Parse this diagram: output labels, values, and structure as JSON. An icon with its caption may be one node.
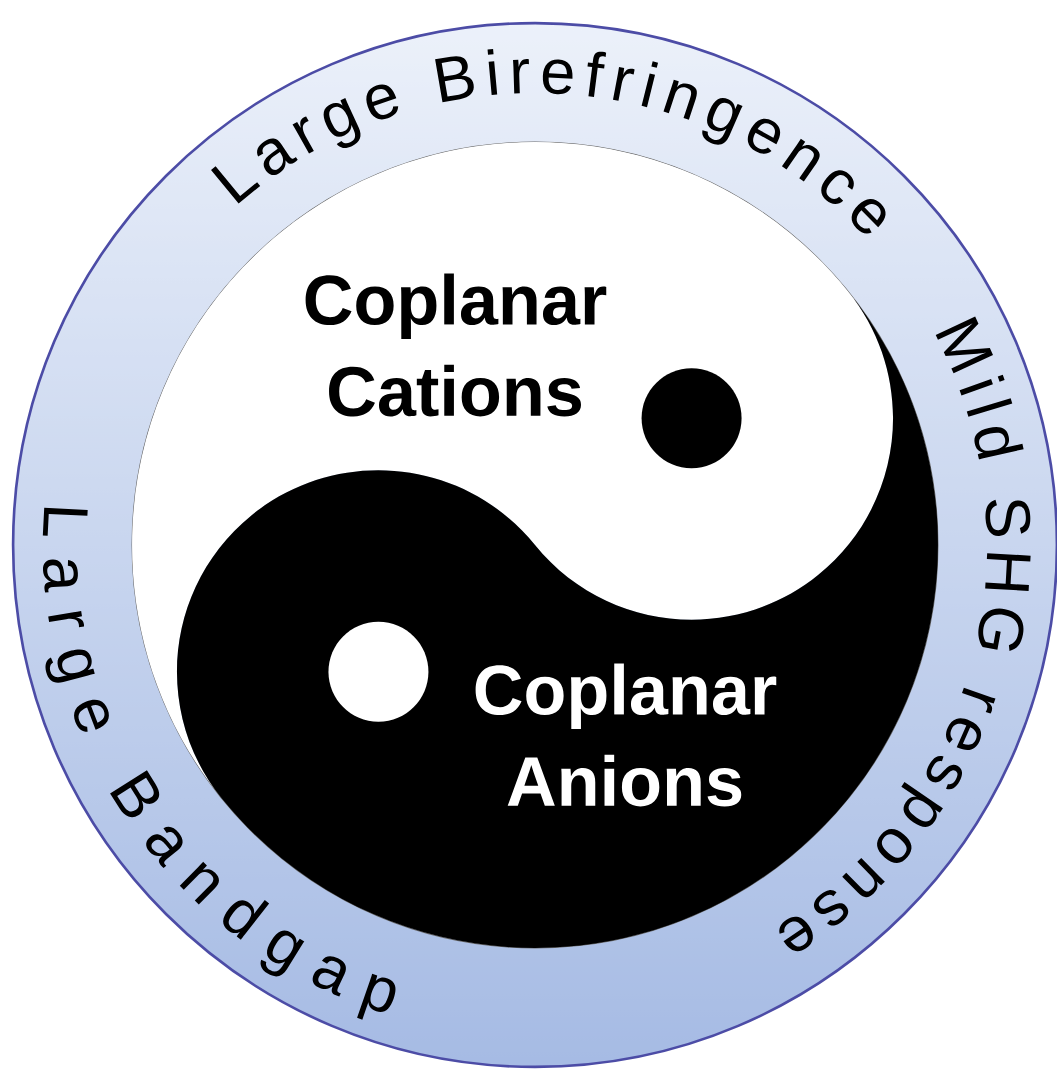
{
  "diagram": {
    "nodes": [
      {
        "text": [
          "Large Birefringence",
          "Mild SHG response",
          "Large Bandgap"
        ]
      },
      {
        "text": [
          "Coplanar Cations"
        ],
        "in": 0
      },
      {
        "text": [
          "Coplanar Anions"
        ],
        "in": 0
      }
    ]
  }
}
